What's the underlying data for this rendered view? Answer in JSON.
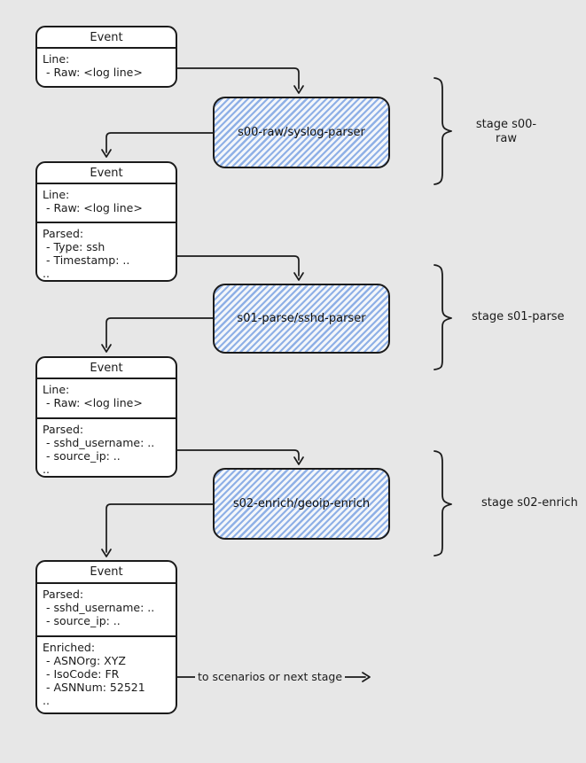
{
  "colors": {
    "background": "#e7e7e7",
    "box_fill": "#ffffff",
    "stroke": "#1b1b1b",
    "hatch_line": "#8fb0e6",
    "hatch_gap": "#f3f6fa"
  },
  "events": [
    {
      "title": "Event",
      "sections": [
        {
          "lines": [
            "Line:",
            " - Raw: <log line>"
          ]
        }
      ]
    },
    {
      "title": "Event",
      "sections": [
        {
          "lines": [
            "Line:",
            " - Raw: <log line>"
          ]
        },
        {
          "lines": [
            "Parsed:",
            " - Type: ssh",
            " - Timestamp: ..",
            ".."
          ]
        }
      ]
    },
    {
      "title": "Event",
      "sections": [
        {
          "lines": [
            "Line:",
            " - Raw: <log line>"
          ]
        },
        {
          "lines": [
            "Parsed:",
            " - sshd_username: ..",
            " - source_ip: ..",
            ".."
          ]
        }
      ]
    },
    {
      "title": "Event",
      "sections": [
        {
          "lines": [
            "Parsed:",
            " - sshd_username: ..",
            " - source_ip: .."
          ]
        },
        {
          "lines": [
            "Enriched:",
            " - ASNOrg: XYZ",
            " - IsoCode: FR",
            " - ASNNum: 52521",
            ".."
          ]
        }
      ]
    }
  ],
  "parsers": [
    {
      "label": "s00-raw/syslog-parser"
    },
    {
      "label": "s01-parse/sshd-parser"
    },
    {
      "label": "s02-enrich/geoip-enrich"
    }
  ],
  "stages": [
    {
      "label": "stage s00-raw"
    },
    {
      "label": "stage s01-parse"
    },
    {
      "label": "stage s02-enrich"
    }
  ],
  "output": {
    "label": "to scenarios or next stage"
  }
}
